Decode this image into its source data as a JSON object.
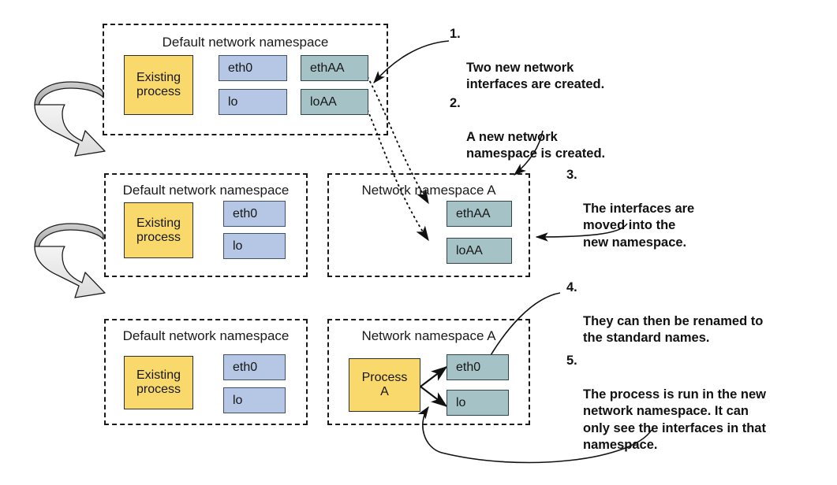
{
  "diagram": {
    "title": "Creating a new network namespace and moving interfaces into it",
    "colors": {
      "process_fill": "#f9d96b",
      "interface_default_fill": "#b6c7e5",
      "interface_new_fill": "#a5c3c6",
      "container_border": "#1a1a1a",
      "arrow_stroke": "#111111",
      "ribbon_dark": "#9d9d9d",
      "ribbon_light": "#e8e8e8"
    },
    "rows": [
      {
        "id": "row-1",
        "containers": [
          {
            "id": "row1-default-ns",
            "title": "Default network namespace",
            "nodes": [
              {
                "id": "row1-existing-process",
                "label": "Existing\nprocess",
                "kind": "process"
              },
              {
                "id": "row1-eth0",
                "label": "eth0",
                "kind": "interface-default"
              },
              {
                "id": "row1-lo",
                "label": "lo",
                "kind": "interface-default"
              },
              {
                "id": "row1-ethAA",
                "label": "ethAA",
                "kind": "interface-new"
              },
              {
                "id": "row1-loAA",
                "label": "loAA",
                "kind": "interface-new"
              }
            ]
          }
        ]
      },
      {
        "id": "row-2",
        "containers": [
          {
            "id": "row2-default-ns",
            "title": "Default network namespace",
            "nodes": [
              {
                "id": "row2-existing-process",
                "label": "Existing\nprocess",
                "kind": "process"
              },
              {
                "id": "row2-eth0",
                "label": "eth0",
                "kind": "interface-default"
              },
              {
                "id": "row2-lo",
                "label": "lo",
                "kind": "interface-default"
              }
            ]
          },
          {
            "id": "row2-namespace-a",
            "title": "Network namespace A",
            "nodes": [
              {
                "id": "row2-ethAA",
                "label": "ethAA",
                "kind": "interface-new"
              },
              {
                "id": "row2-loAA",
                "label": "loAA",
                "kind": "interface-new"
              }
            ]
          }
        ]
      },
      {
        "id": "row-3",
        "containers": [
          {
            "id": "row3-default-ns",
            "title": "Default network namespace",
            "nodes": [
              {
                "id": "row3-existing-process",
                "label": "Existing\nprocess",
                "kind": "process"
              },
              {
                "id": "row3-eth0",
                "label": "eth0",
                "kind": "interface-default"
              },
              {
                "id": "row3-lo",
                "label": "lo",
                "kind": "interface-default"
              }
            ]
          },
          {
            "id": "row3-namespace-a",
            "title": "Network namespace A",
            "nodes": [
              {
                "id": "row3-process-a",
                "label": "Process\nA",
                "kind": "process"
              },
              {
                "id": "row3-eth0-new",
                "label": "eth0",
                "kind": "interface-new"
              },
              {
                "id": "row3-lo-new",
                "label": "lo",
                "kind": "interface-new"
              }
            ]
          }
        ]
      }
    ],
    "steps": [
      {
        "number": "1.",
        "text": "Two new network\ninterfaces are created."
      },
      {
        "number": "2.",
        "text": "A new network\nnamespace is created."
      },
      {
        "number": "3.",
        "text": "The interfaces are\n    moved into the\n    new namespace."
      },
      {
        "number": "4.",
        "text": "They can then be renamed to\n   the standard names."
      },
      {
        "number": "5.",
        "text": "The process is run in the new\n   network namespace. It can\n   only see the interfaces in that\n   namespace."
      }
    ],
    "labels": {
      "title_row1_default": "Default network namespace",
      "title_row2_default": "Default network namespace",
      "title_row2_nsa": "Network namespace A",
      "title_row3_default": "Default network namespace",
      "title_row3_nsa": "Network namespace A",
      "existing_process_line1": "Existing",
      "existing_process_line2": "process",
      "process_a_line1": "Process",
      "process_a_line2": "A",
      "eth0": "eth0",
      "lo": "lo",
      "ethAA": "ethAA",
      "loAA": "loAA"
    }
  }
}
